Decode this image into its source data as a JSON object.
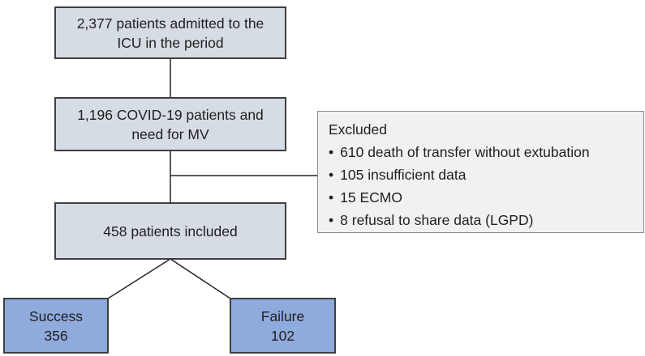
{
  "flowchart": {
    "nodes": {
      "icu_admitted": {
        "text": "2,377 patients admitted to the ICU in the period"
      },
      "covid_mv": {
        "text": "1,196 COVID-19 patients and need for MV"
      },
      "included": {
        "text": "458 patients included"
      },
      "excluded": {
        "title": "Excluded",
        "items": [
          "610 death of transfer without extubation",
          "105 insufficient data",
          "15 ECMO",
          "8 refusal to share data (LGPD)"
        ]
      },
      "success": {
        "label": "Success",
        "count": "356"
      },
      "failure": {
        "label": "Failure",
        "count": "102"
      }
    },
    "colors": {
      "node_fill": "#d6dce4",
      "node_border": "#3f3f3f",
      "outcome_fill": "#8faadc",
      "excluded_fill": "#f1f2f0",
      "excluded_border": "#8c8c8c",
      "connector_line": "#262626",
      "text": "#1f1f1f",
      "background": "#ffffff"
    }
  }
}
